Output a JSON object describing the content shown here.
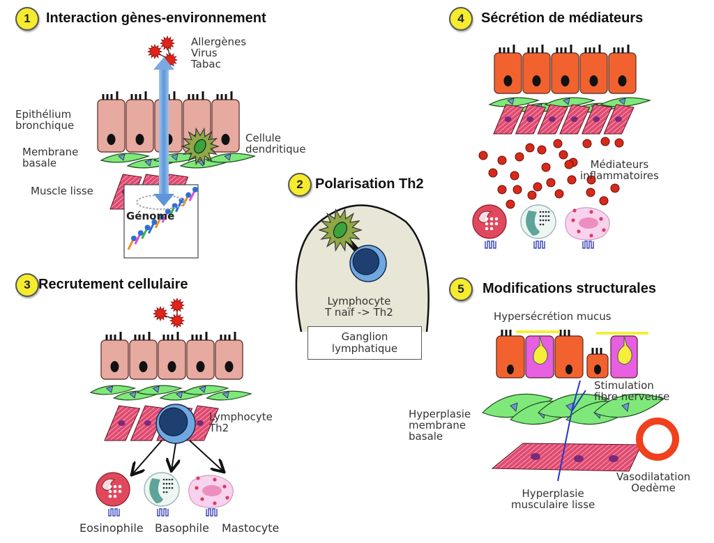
{
  "colors": {
    "badge": "#f5ec2e",
    "epithelium_normal": "#e7aaa0",
    "epithelium_activated": "#f2622e",
    "goblet_cell": "#e55fe0",
    "mucus": "#f6ee3a",
    "basal_membrane": "#7fe87a",
    "smooth_muscle": "#e04a70",
    "dendritic_cell": "#8fa745",
    "lymphocyte_outer": "#6fa8e0",
    "lymphocyte_inner": "#1f3f70",
    "mediator": "#d62a1a",
    "allergen": "#e0241a",
    "lymph_node": "#e8e6d6",
    "vessel": "#f0401e",
    "nerve": "#2436c8"
  },
  "panels": [
    {
      "number": "1",
      "title": "Interaction gènes-environnement",
      "labels": {
        "triggers": "Allergènes\nVirus\nTabac",
        "epithelium": "Epithélium\nbronchique",
        "basal_membrane": "Membrane\nbasale",
        "smooth_muscle": "Muscle lisse",
        "dendritic_cell": "Cellule\ndendritique",
        "genome": "Génome"
      }
    },
    {
      "number": "2",
      "title": "Polarisation Th2",
      "labels": {
        "lymphocyte": "Lymphocyte\nT naïf -> Th2",
        "lymph_node": "Ganglion\nlymphatique"
      }
    },
    {
      "number": "3",
      "title": "Recrutement cellulaire",
      "labels": {
        "lymphocyte": "Lymphocyte\nTh2",
        "eosinophil": "Eosinophile",
        "basophil": "Basophile",
        "mastocyte": "Mastocyte"
      }
    },
    {
      "number": "4",
      "title": "Sécrétion de médiateurs",
      "labels": {
        "mediators": "Médiateurs\ninflammatoires"
      }
    },
    {
      "number": "5",
      "title": "Modifications structurales",
      "labels": {
        "mucus": "Hypersécrétion mucus",
        "nerve": "Stimulation\nfibre nerveuse",
        "basal_hyperplasia": "Hyperplasie\nmembrane\nbasale",
        "muscle_hyperplasia": "Hyperplasie\nmusculaire lisse",
        "vessel": "Vasodilatation\nOedème"
      }
    }
  ]
}
